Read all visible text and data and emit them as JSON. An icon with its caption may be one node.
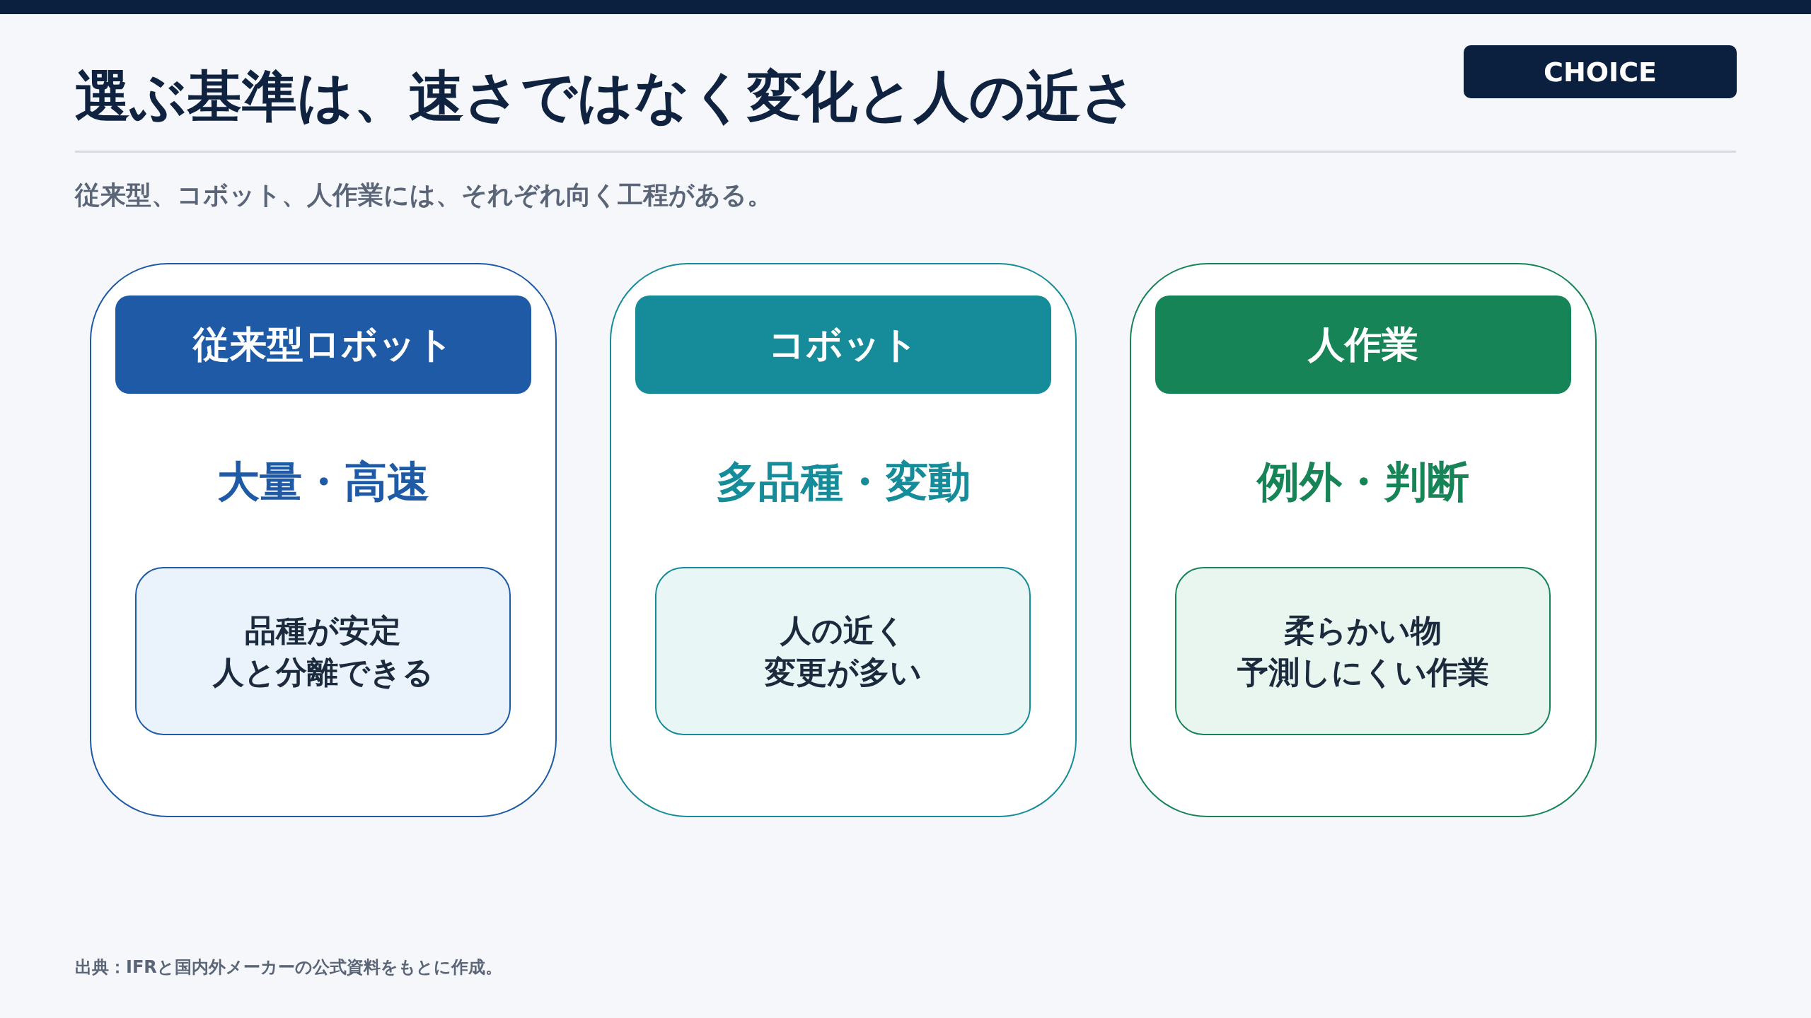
{
  "diagram": {
    "title": "選ぶ基準は、速さではなく変化と人の近さ",
    "nodes": [
      {
        "text": [
          "CHOICE"
        ]
      },
      {
        "text": [
          "大量・高速"
        ]
      },
      {
        "text": [
          "従来型ロボット"
        ],
        "in": 1
      },
      {
        "text": [
          "品種が安定人と分離できる"
        ],
        "in": 1
      },
      {
        "text": [
          "多品種・変動"
        ]
      },
      {
        "text": [
          "コボット"
        ],
        "in": 4
      },
      {
        "text": [
          "人の近く変更が多い"
        ],
        "in": 4
      },
      {
        "text": [
          "例外・判断"
        ]
      },
      {
        "text": [
          "人作業"
        ],
        "in": 7
      },
      {
        "text": [
          "柔らかい物予測しにくい作業"
        ],
        "in": 7
      }
    ],
    "edges": [],
    "labels": [
      "従来型、コボット、人作業には、それぞれ向く工程がある。",
      "出典：IFRと国内外メーカーの公式資料をもとに作成。"
    ]
  }
}
